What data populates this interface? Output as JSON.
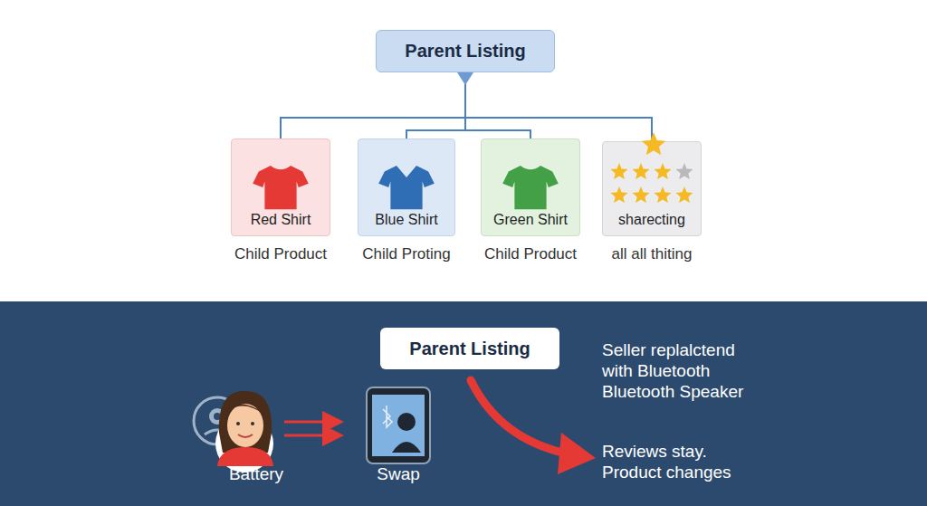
{
  "diagram": {
    "nodes": [
      {
        "text": [
          "Parent Listing"
        ]
      },
      {
        "text": [
          "Red Shirt",
          "Child Product"
        ]
      },
      {
        "text": [
          "Blue Shirt",
          "Child Proting"
        ]
      },
      {
        "text": [
          "Green Shirt",
          "Child Product"
        ]
      },
      {
        "text": [
          "sharecting",
          "all all thiting"
        ]
      },
      {
        "text": [
          "Seller replalctend with Bluetooth Bluetooth Speaker",
          "Reviews stay. Product changes"
        ]
      },
      {
        "text": [
          "Parent Listing"
        ],
        "in": 5
      }
    ],
    "edges": [
      {
        "from": 0,
        "to": 1,
        "arrow": "none"
      },
      {
        "from": 0,
        "to": 2,
        "arrow": "none"
      },
      {
        "from": 0,
        "to": 3,
        "arrow": "none"
      },
      {
        "from": 0,
        "to": 4,
        "arrow": "none"
      }
    ],
    "labels": [
      "Battery",
      "Swap"
    ]
  }
}
